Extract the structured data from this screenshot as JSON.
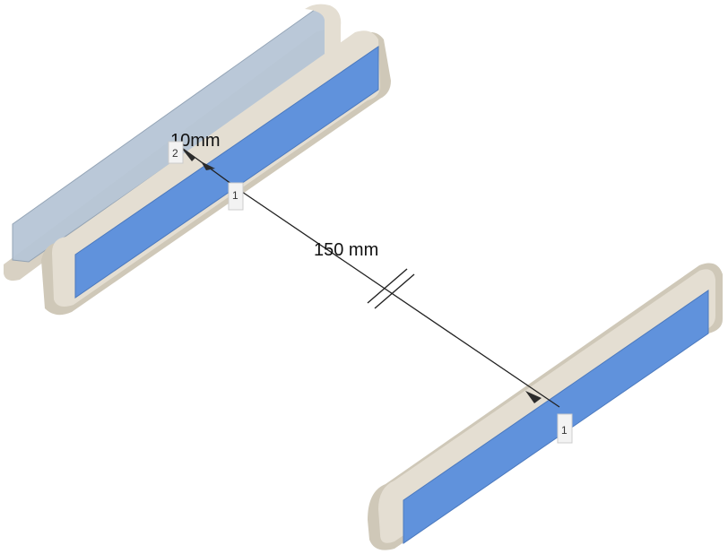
{
  "dimensions": {
    "offset_label": "10mm",
    "distance_label": "150 mm"
  },
  "point_tags": {
    "tag_1_upper": "1",
    "tag_2": "2",
    "tag_1_lower": "1"
  },
  "colors": {
    "pad_body": "#e4ded2",
    "pad_shadow": "#cfc8b8",
    "pad_face": "#6092dc",
    "ghost_face": "#b7c6d6",
    "dimension_line": "#222222"
  }
}
